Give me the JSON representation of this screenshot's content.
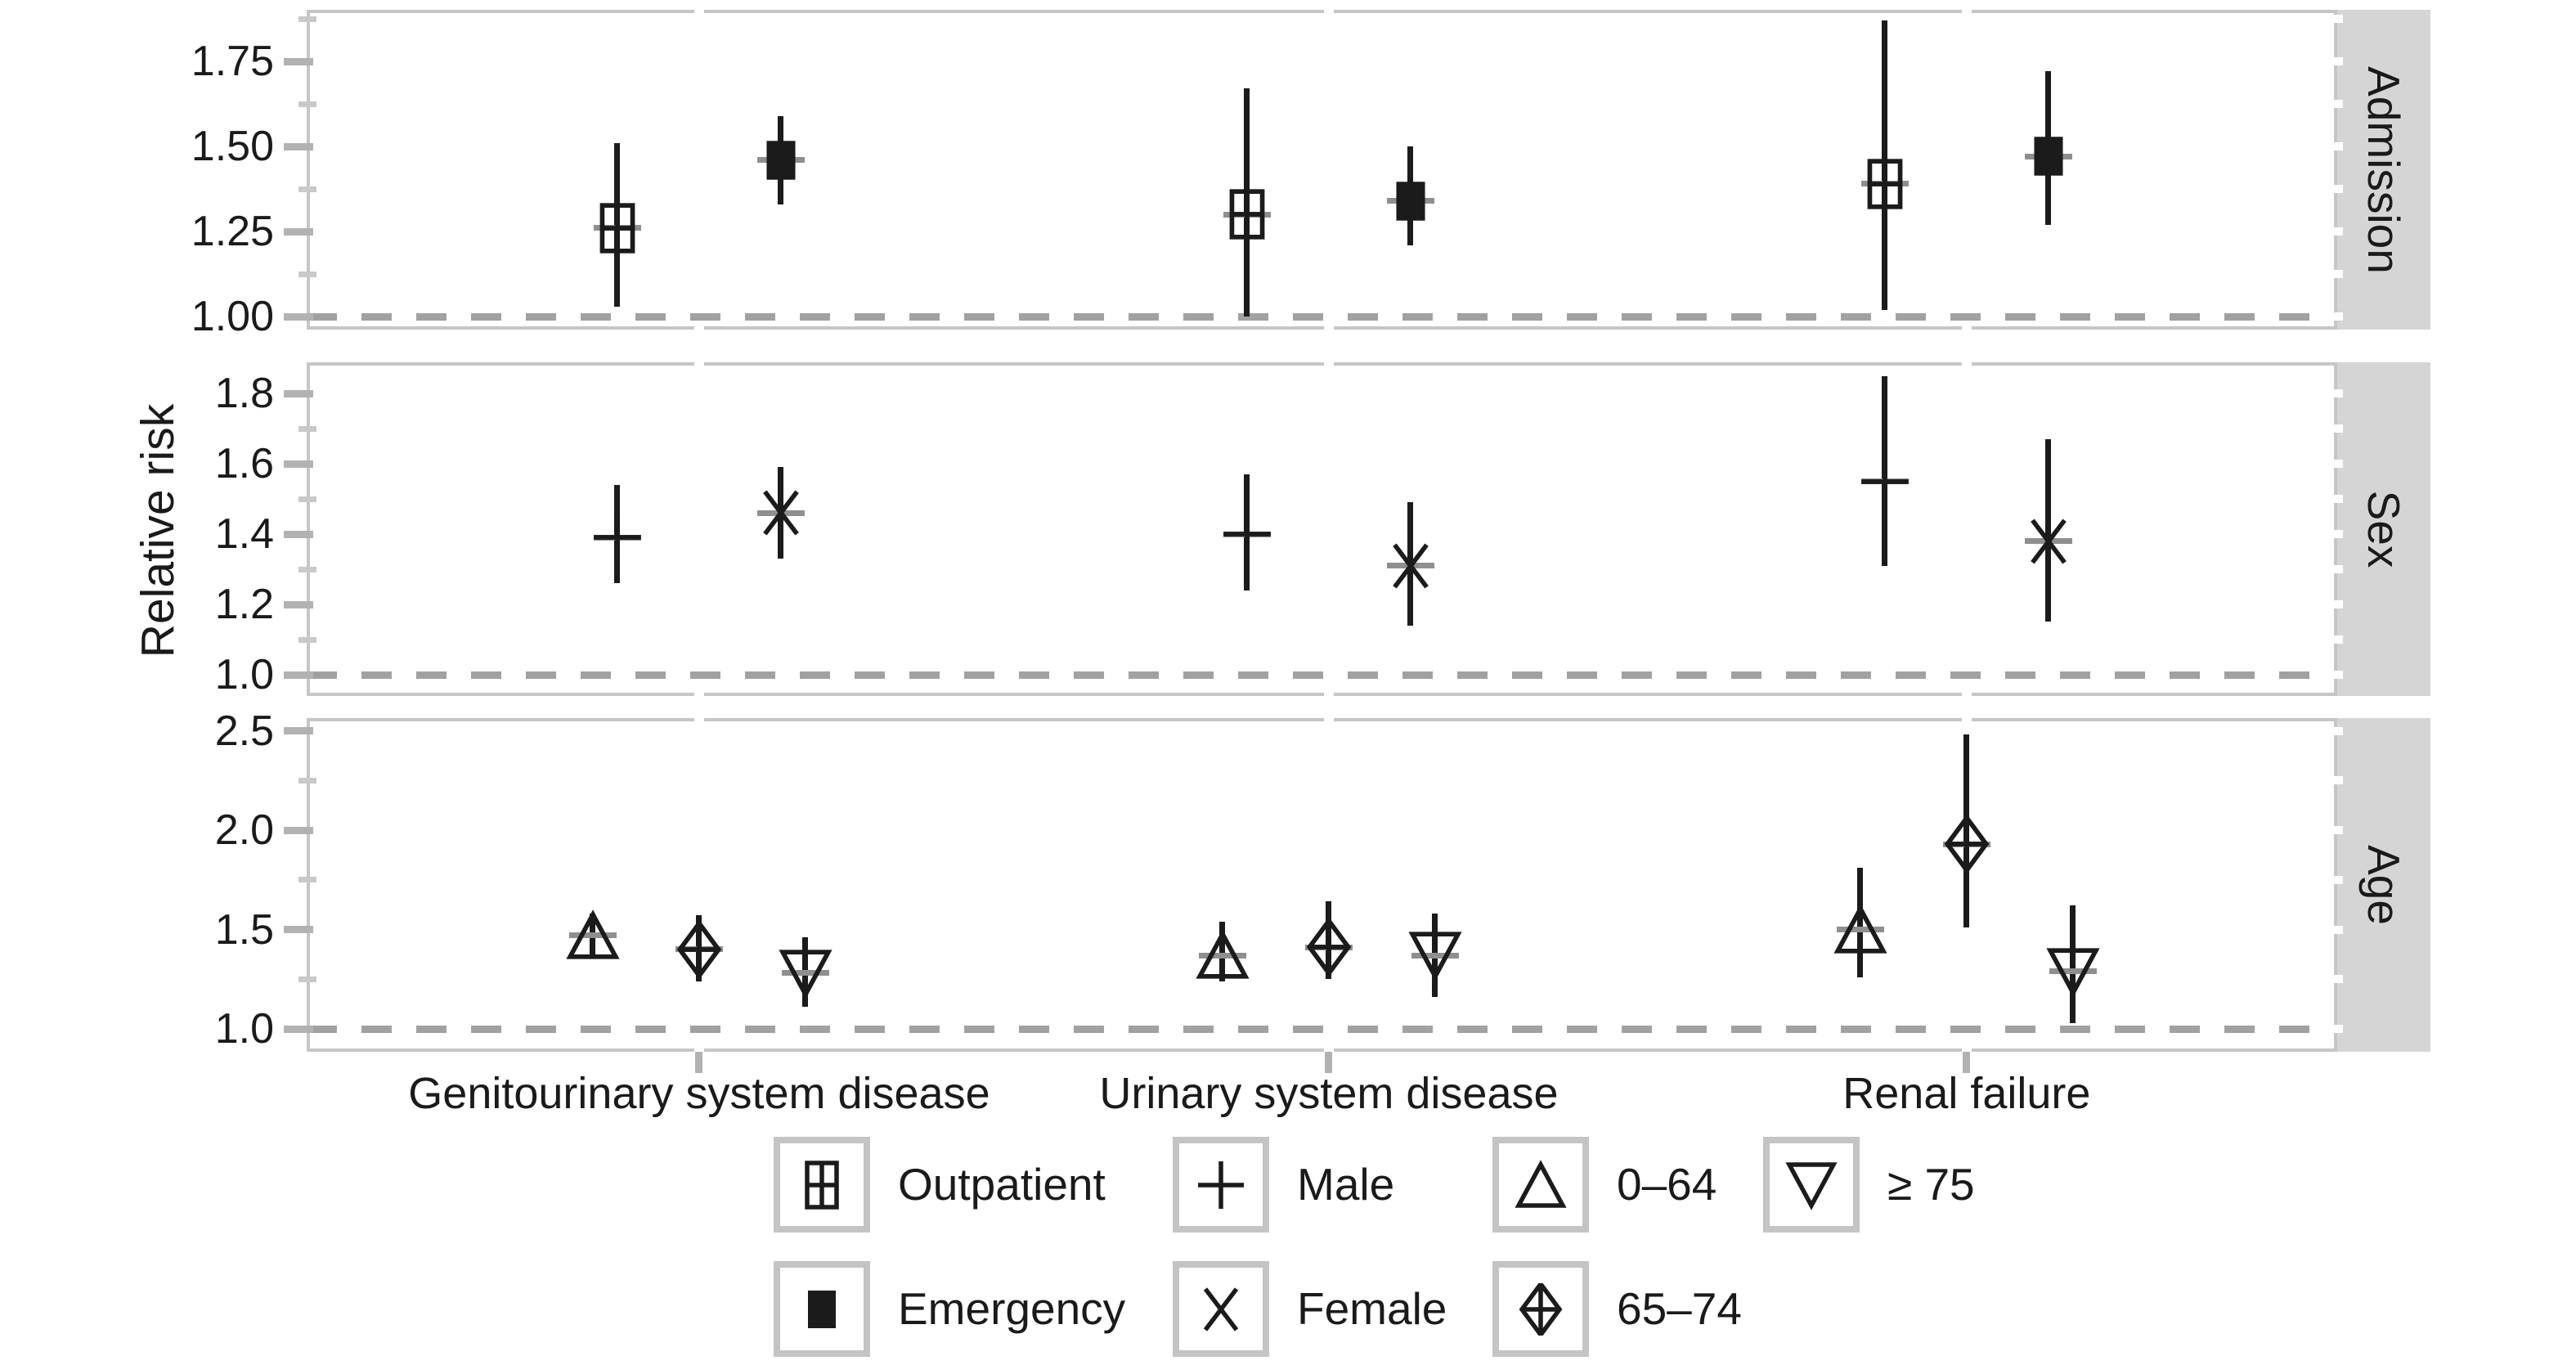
{
  "chart_data": {
    "type": "pointrange-forest",
    "title": "",
    "ylabel": "Relative risk",
    "reference_line": 1.0,
    "categories": [
      "Genitourinary system disease",
      "Urinary system disease",
      "Renal failure"
    ],
    "facet_strips_side": "right",
    "grid": false,
    "panels": [
      {
        "label": "Admission",
        "ylim": [
          0.96,
          1.9
        ],
        "yticks": [
          1.0,
          1.25,
          1.5,
          1.75
        ],
        "ytick_labels": [
          "1.00",
          "1.25",
          "1.50",
          "1.75"
        ],
        "minor_ticks": [
          1.125,
          1.375,
          1.625,
          1.875
        ],
        "series": [
          {
            "name": "Outpatient",
            "marker": "square-plus",
            "values": [
              1.26,
              1.3,
              1.39
            ],
            "lo": [
              1.03,
              1.0,
              1.02
            ],
            "hi": [
              1.51,
              1.67,
              1.87
            ]
          },
          {
            "name": "Emergency",
            "marker": "filled-square",
            "values": [
              1.46,
              1.34,
              1.47
            ],
            "lo": [
              1.33,
              1.21,
              1.27
            ],
            "hi": [
              1.59,
              1.5,
              1.72
            ]
          }
        ]
      },
      {
        "label": "Sex",
        "ylim": [
          0.95,
          1.89
        ],
        "yticks": [
          1.0,
          1.2,
          1.4,
          1.6,
          1.8
        ],
        "ytick_labels": [
          "1.0",
          "1.2",
          "1.4",
          "1.6",
          "1.8"
        ],
        "minor_ticks": [
          1.1,
          1.3,
          1.5,
          1.7
        ],
        "series": [
          {
            "name": "Male",
            "marker": "plus",
            "values": [
              1.39,
              1.4,
              1.55
            ],
            "lo": [
              1.26,
              1.24,
              1.31
            ],
            "hi": [
              1.54,
              1.57,
              1.85
            ]
          },
          {
            "name": "Female",
            "marker": "x",
            "values": [
              1.46,
              1.31,
              1.38
            ],
            "lo": [
              1.33,
              1.14,
              1.15
            ],
            "hi": [
              1.59,
              1.49,
              1.67
            ]
          }
        ]
      },
      {
        "label": "Age",
        "ylim": [
          0.89,
          2.55
        ],
        "yticks": [
          1.0,
          1.5,
          2.0,
          2.5
        ],
        "ytick_labels": [
          "1.0",
          "1.5",
          "2.0",
          "2.5"
        ],
        "minor_ticks": [
          1.25,
          1.75,
          2.25
        ],
        "series": [
          {
            "name": "0–64",
            "marker": "triangle-up",
            "values": [
              1.47,
              1.37,
              1.5
            ],
            "lo": [
              1.36,
              1.24,
              1.26
            ],
            "hi": [
              1.58,
              1.54,
              1.81
            ]
          },
          {
            "name": "65–74",
            "marker": "diamond-plus",
            "values": [
              1.4,
              1.41,
              1.93
            ],
            "lo": [
              1.24,
              1.25,
              1.51
            ],
            "hi": [
              1.57,
              1.64,
              2.48
            ]
          },
          {
            "name": "≥ 75",
            "marker": "triangle-down",
            "values": [
              1.28,
              1.37,
              1.29
            ],
            "lo": [
              1.11,
              1.16,
              1.03
            ],
            "hi": [
              1.46,
              1.58,
              1.62
            ]
          }
        ]
      }
    ],
    "legend": {
      "position": "bottom",
      "rows": [
        [
          {
            "marker": "square-plus",
            "label": "Outpatient"
          },
          {
            "marker": "plus",
            "label": "Male"
          },
          {
            "marker": "triangle-up",
            "label": "0–64"
          },
          {
            "marker": "triangle-down",
            "label": "≥ 75"
          }
        ],
        [
          {
            "marker": "filled-square",
            "label": "Emergency"
          },
          {
            "marker": "x",
            "label": "Female"
          },
          {
            "marker": "diamond-plus",
            "label": "65–74"
          }
        ]
      ]
    },
    "colors": {
      "ink": "#1b1b1b",
      "crossbar_gray": "#8f8f8f",
      "reference_dash_gray": "#a1a1a1",
      "panel_border_gray": "#c6c6c6",
      "strip_background_gray": "#d5d5d5"
    }
  }
}
